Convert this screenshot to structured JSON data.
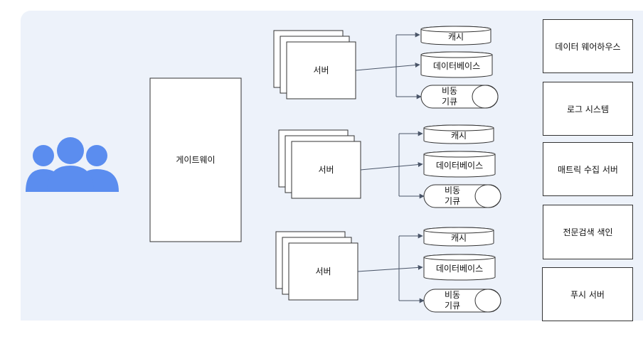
{
  "gateway": {
    "label": "게이트웨이"
  },
  "clusters": [
    {
      "server": "서버",
      "cache": "캐시",
      "database": "데이터베이스",
      "queue": "비동\n기큐"
    },
    {
      "server": "서버",
      "cache": "캐시",
      "database": "데이터베이스",
      "queue": "비동\n기큐"
    },
    {
      "server": "서버",
      "cache": "캐시",
      "database": "데이터베이스",
      "queue": "비동\n기큐"
    }
  ],
  "services": [
    {
      "label": "데이터 웨어하우스"
    },
    {
      "label": "로그 시스템"
    },
    {
      "label": "매트릭 수집 서버"
    },
    {
      "label": "전문검색 색인"
    },
    {
      "label": "푸시 서버"
    }
  ],
  "colors": {
    "background": "#edf2fa",
    "users": "#5b8def",
    "stroke": "#333333",
    "connector": "#4a5568"
  },
  "icons": {
    "users": "users-group-icon"
  }
}
